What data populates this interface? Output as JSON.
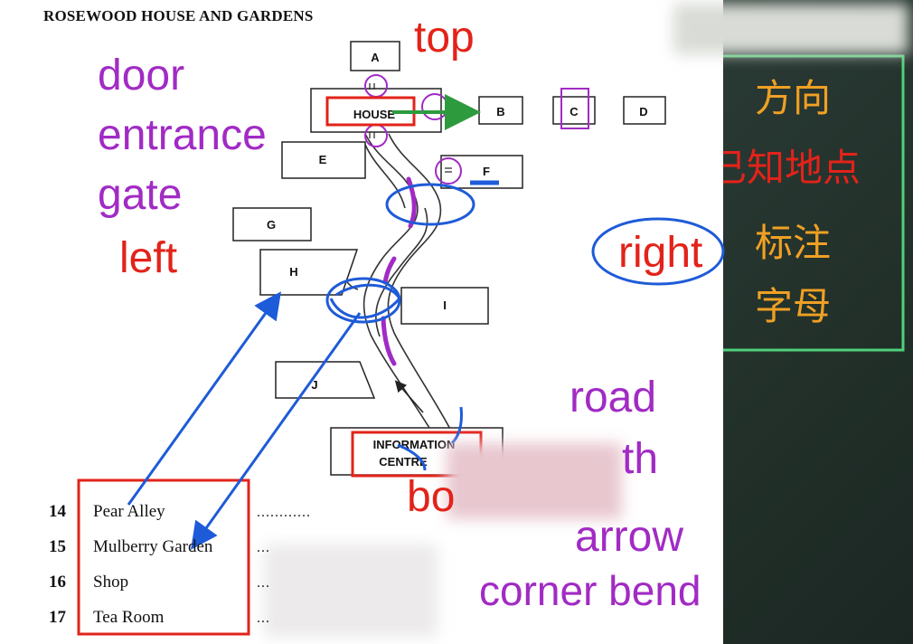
{
  "document": {
    "title": "ROSEWOOD HOUSE AND GARDENS"
  },
  "map": {
    "boxes": [
      {
        "id": "A",
        "label": "A"
      },
      {
        "id": "house",
        "label": "HOUSE"
      },
      {
        "id": "B",
        "label": "B"
      },
      {
        "id": "C",
        "label": "C"
      },
      {
        "id": "D",
        "label": "D"
      },
      {
        "id": "E",
        "label": "E"
      },
      {
        "id": "F",
        "label": "F"
      },
      {
        "id": "G",
        "label": "G"
      },
      {
        "id": "H",
        "label": "H"
      },
      {
        "id": "I",
        "label": "I"
      },
      {
        "id": "J",
        "label": "J"
      }
    ],
    "info_line1": "INFORMATION",
    "info_line2": "CENTRE"
  },
  "questions": [
    {
      "number": "14",
      "label": "Pear Alley",
      "answer": "............"
    },
    {
      "number": "15",
      "label": "Mulberry Garden",
      "answer": "..."
    },
    {
      "number": "16",
      "label": "Shop",
      "answer": "..."
    },
    {
      "number": "17",
      "label": "Tea Room",
      "answer": "..."
    }
  ],
  "annotations": {
    "left_words": [
      "door",
      "entrance",
      "gate",
      "left"
    ],
    "top": "top",
    "right": "right",
    "bottom_partial": "bo",
    "path_partial": "th",
    "right_words": [
      "road",
      "arrow",
      "corner bend"
    ]
  },
  "board": {
    "lines": [
      "方向",
      "已知地点",
      "标注",
      "字母"
    ]
  },
  "colors": {
    "annotation_purple": "#a12bc4",
    "annotation_red": "#e2231a",
    "annotation_blue": "#1e5bd8",
    "annotation_green": "#2e9a3e",
    "board_text_orange": "#f0a024",
    "board_text_red": "#e2231a",
    "board_frame_green": "#4fd07a"
  }
}
